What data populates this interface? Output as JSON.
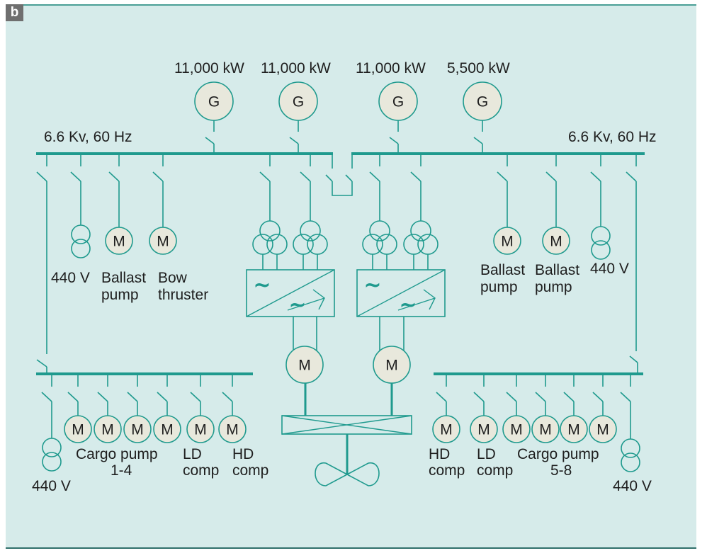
{
  "figure": {
    "panel_label": "b",
    "colors": {
      "background": "#d6ebea",
      "line": "#1f9a8e",
      "machine_fill": "#e8e8dc",
      "text": "#1e1e1e",
      "badge": "#6f6f6f"
    }
  },
  "generators": [
    {
      "symbol": "G",
      "rating": "11,000 kW"
    },
    {
      "symbol": "G",
      "rating": "11,000 kW"
    },
    {
      "symbol": "G",
      "rating": "11,000 kW"
    },
    {
      "symbol": "G",
      "rating": "5,500 kW"
    }
  ],
  "main_bus": {
    "left_label": "6.6 Kv, 60 Hz",
    "right_label": "6.6 Kv, 60 Hz"
  },
  "upper_left_loads": {
    "transformer_label": "440 V",
    "ballast_pump": {
      "symbol": "M",
      "line1": "Ballast",
      "line2": "pump"
    },
    "bow_thruster": {
      "symbol": "M",
      "line1": "Bow",
      "line2": "thruster"
    }
  },
  "upper_right_loads": {
    "ballast_pump_1": {
      "symbol": "M",
      "line1": "Ballast",
      "line2": "pump"
    },
    "ballast_pump_2": {
      "symbol": "M",
      "line1": "Ballast",
      "line2": "pump"
    },
    "transformer_label": "440 V"
  },
  "propulsion": {
    "converter_input_symbol": "~",
    "converter_output_symbol": "~",
    "motor_left": "M",
    "motor_right": "M"
  },
  "lower_left_loads": {
    "transformer_label": "440 V",
    "motors": [
      "M",
      "M",
      "M",
      "M",
      "M",
      "M"
    ],
    "cargo_pump_line1": "Cargo pump",
    "cargo_pump_line2": "1-4",
    "ld_comp_line1": "LD",
    "ld_comp_line2": "comp",
    "hd_comp_line1": "HD",
    "hd_comp_line2": "comp"
  },
  "lower_right_loads": {
    "transformer_label": "440 V",
    "motors": [
      "M",
      "M",
      "M",
      "M",
      "M",
      "M"
    ],
    "hd_comp_line1": "HD",
    "hd_comp_line2": "comp",
    "ld_comp_line1": "LD",
    "ld_comp_line2": "comp",
    "cargo_pump_line1": "Cargo pump",
    "cargo_pump_line2": "5-8"
  }
}
